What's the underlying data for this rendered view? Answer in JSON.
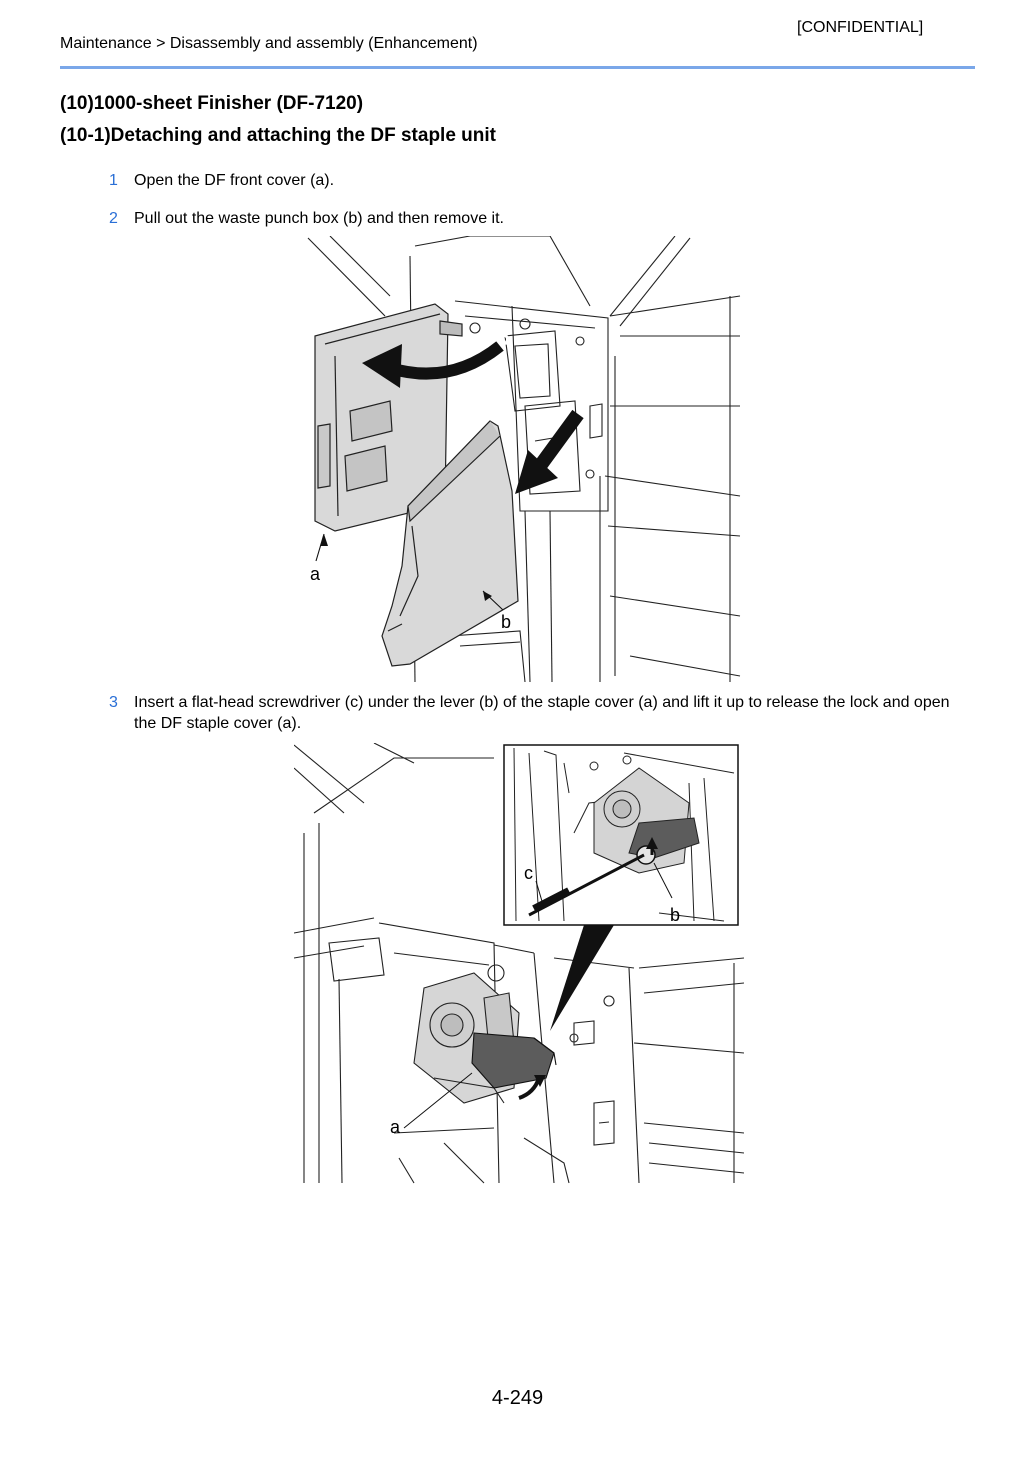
{
  "header": {
    "confidential": "[CONFIDENTIAL]",
    "breadcrumb": "Maintenance > Disassembly and assembly (Enhancement)"
  },
  "section": {
    "title": "(10)1000-sheet Finisher (DF-7120)",
    "subtitle": "(10-1)Detaching and attaching the DF staple unit"
  },
  "steps": [
    {
      "number": "1",
      "text": "Open the DF front cover (a)."
    },
    {
      "number": "2",
      "text": "Pull out the waste punch box (b) and then remove it."
    },
    {
      "number": "3",
      "text": "Insert a flat-head screwdriver (c) under the lever (b) of the staple cover (a) and lift it up to release the lock and open the DF staple cover (a)."
    }
  ],
  "figure1": {
    "label_a": "a",
    "label_b": "b"
  },
  "figure2": {
    "label_a": "a",
    "label_b": "b",
    "label_c": "c"
  },
  "footer": {
    "page_number": "4-249"
  }
}
